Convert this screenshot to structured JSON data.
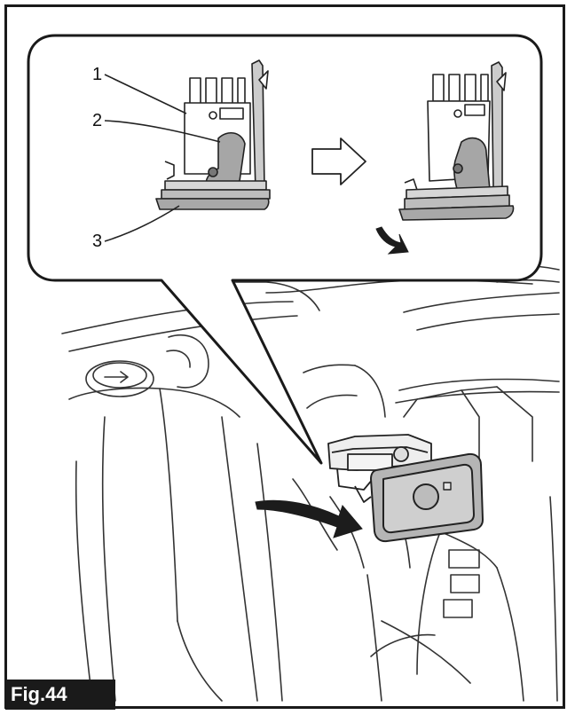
{
  "figure": {
    "label": "Fig.44"
  },
  "callouts": {
    "one": "1",
    "two": "2",
    "three": "3"
  },
  "colors": {
    "line": "#222222",
    "fill_light": "#d8d8d8",
    "fill_mid": "#a8a8a8",
    "background": "#ffffff",
    "tag_background": "#1a1a1a"
  }
}
